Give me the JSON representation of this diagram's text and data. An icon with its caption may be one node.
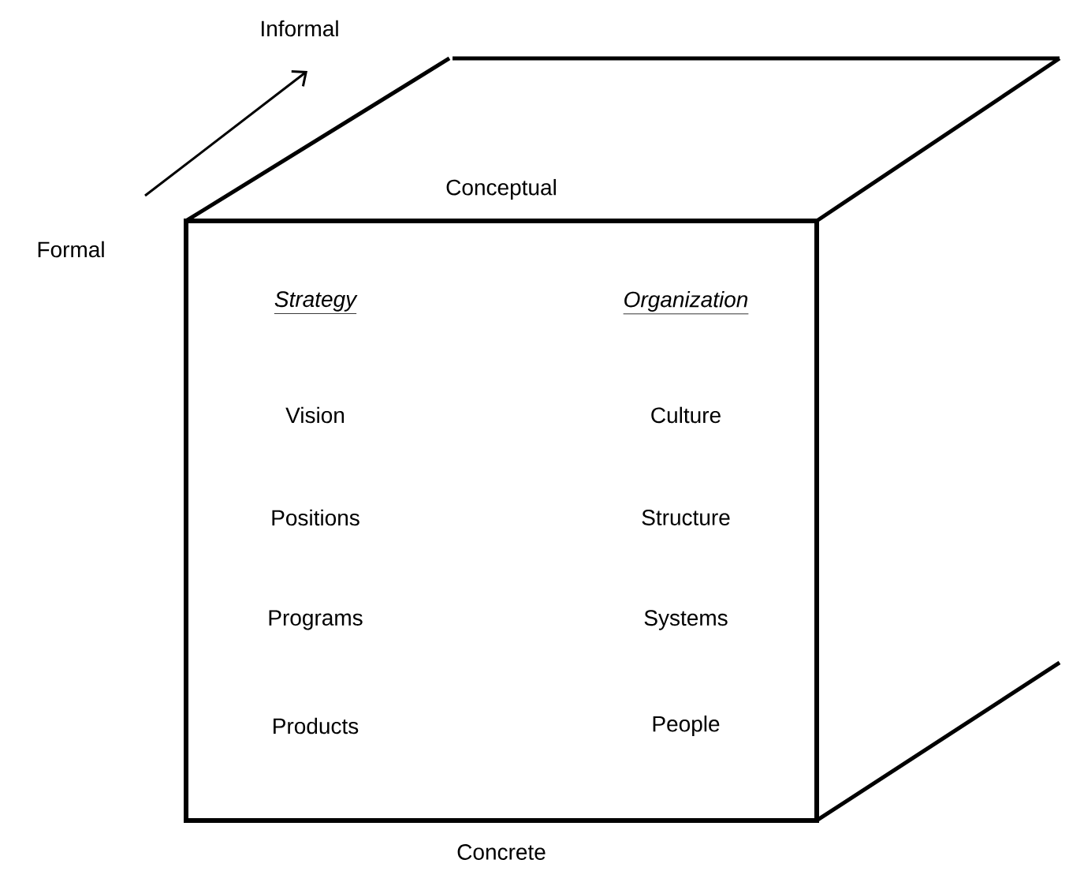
{
  "diagram": {
    "nodes": [
      {
        "text": [
          "Strategy",
          "Organization",
          "Vision",
          "Culture",
          "Positions",
          "Structure",
          "Programs",
          "Systems",
          "Products",
          "People"
        ],
        "beside": [
          "Conceptual",
          "Concrete"
        ]
      }
    ],
    "labels": [
      "Informal",
      "Formal"
    ]
  }
}
